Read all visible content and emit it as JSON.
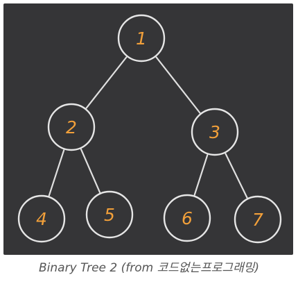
{
  "diagram": {
    "background_color": "#353537",
    "edge_color": "#e0e0e0",
    "node_stroke_color": "#e6e6e6",
    "label_color": "#f2a03a",
    "nodes": [
      {
        "id": "n1",
        "label": "1"
      },
      {
        "id": "n2",
        "label": "2"
      },
      {
        "id": "n3",
        "label": "3"
      },
      {
        "id": "n4",
        "label": "4"
      },
      {
        "id": "n5",
        "label": "5"
      },
      {
        "id": "n6",
        "label": "6"
      },
      {
        "id": "n7",
        "label": "7"
      }
    ],
    "edges": [
      {
        "from": "n1",
        "to": "n2"
      },
      {
        "from": "n1",
        "to": "n3"
      },
      {
        "from": "n2",
        "to": "n4"
      },
      {
        "from": "n2",
        "to": "n5"
      },
      {
        "from": "n3",
        "to": "n6"
      },
      {
        "from": "n3",
        "to": "n7"
      }
    ]
  },
  "caption": {
    "text": "Binary Tree 2 (from 코드없는프로그래밍)"
  }
}
